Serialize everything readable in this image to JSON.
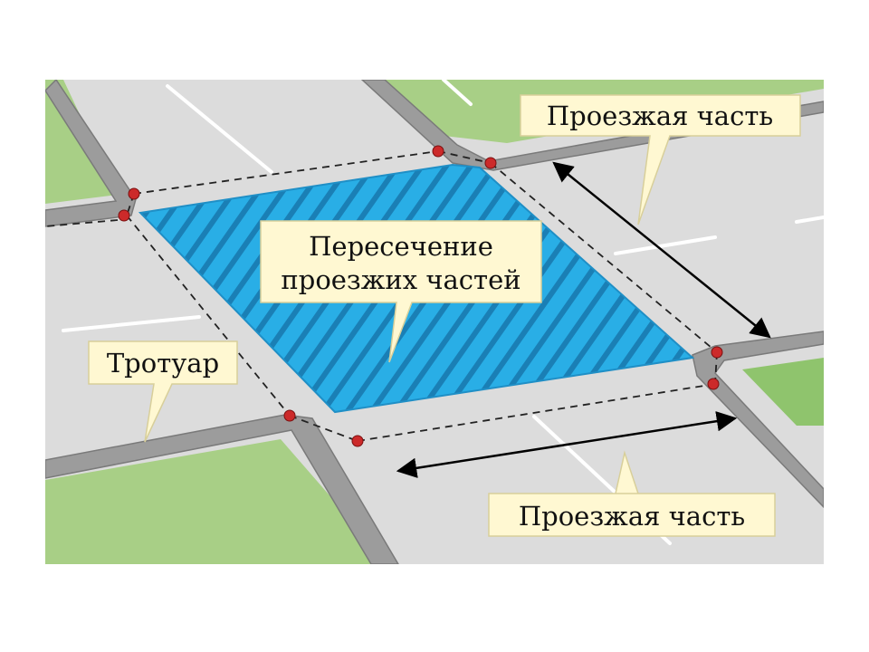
{
  "labels": {
    "carriageway_top": "Проезжая часть",
    "intersection_line1": "Пересечение",
    "intersection_line2": "проезжих частей",
    "sidewalk": "Тротуар",
    "carriageway_bottom": "Проезжая часть"
  },
  "colors": {
    "asphalt": "#dcdcdc",
    "sidewalk": "#9c9c9c",
    "grass": "#a8cf86",
    "intersection_fill": "#29aee6",
    "hatch": "#1a7fb5",
    "callout": "#fff8d2",
    "marker": "#cc2a2a"
  }
}
